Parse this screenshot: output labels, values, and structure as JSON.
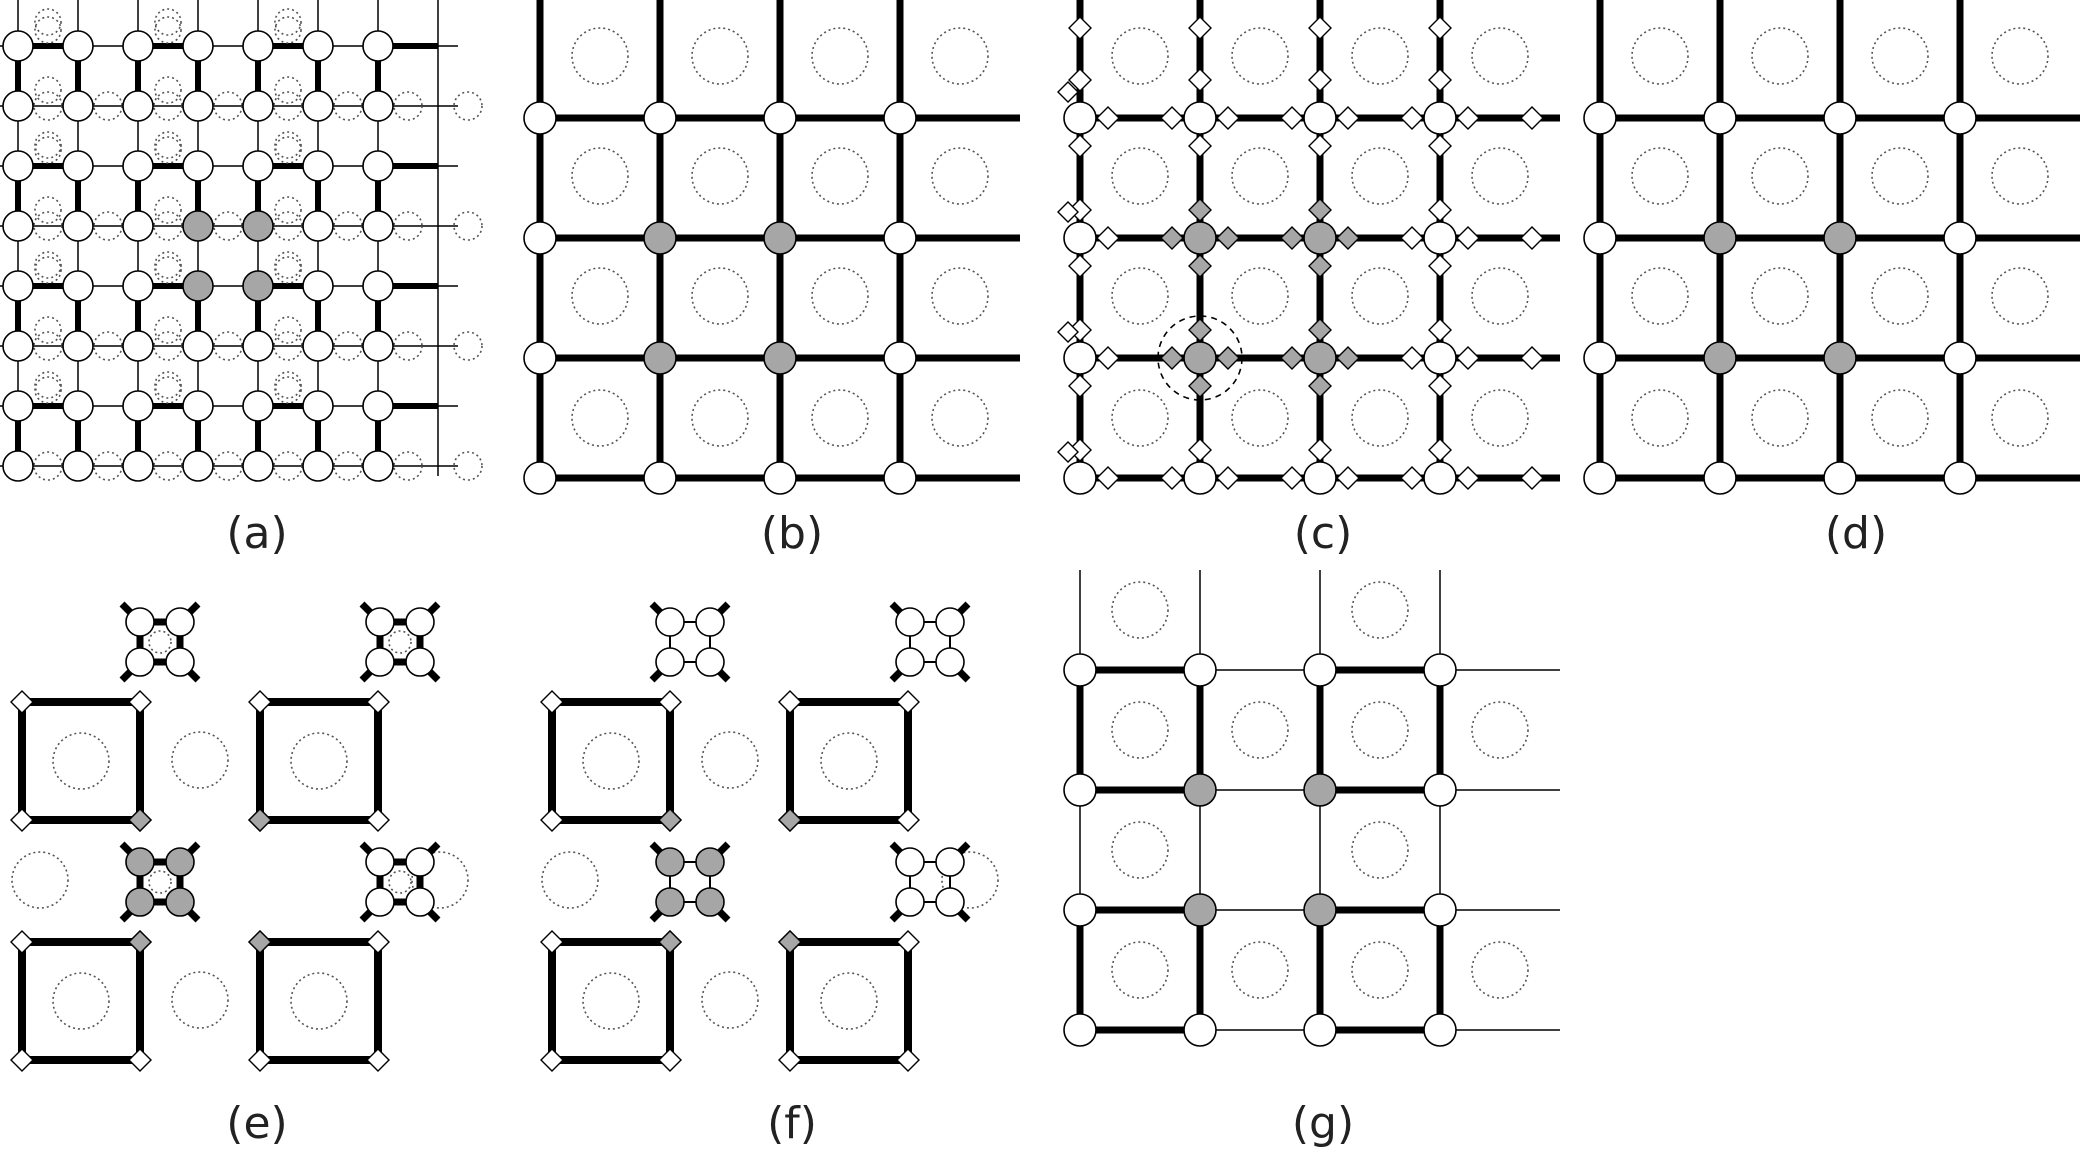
{
  "figure": {
    "captions": [
      "(a)",
      "(b)",
      "(c)",
      "(d)",
      "(e)",
      "(f)",
      "(g)"
    ],
    "colors": {
      "line": "#000000",
      "node_fill": "#ffffff",
      "node_highlight": "#a6a6a6",
      "node_stroke": "#000000",
      "dotted_circle": "#555555"
    },
    "shapes": [
      "open-circle-node",
      "filled-circle-node",
      "open-diamond-node",
      "filled-diamond-node",
      "dotted-circle",
      "dashed-circle"
    ]
  }
}
